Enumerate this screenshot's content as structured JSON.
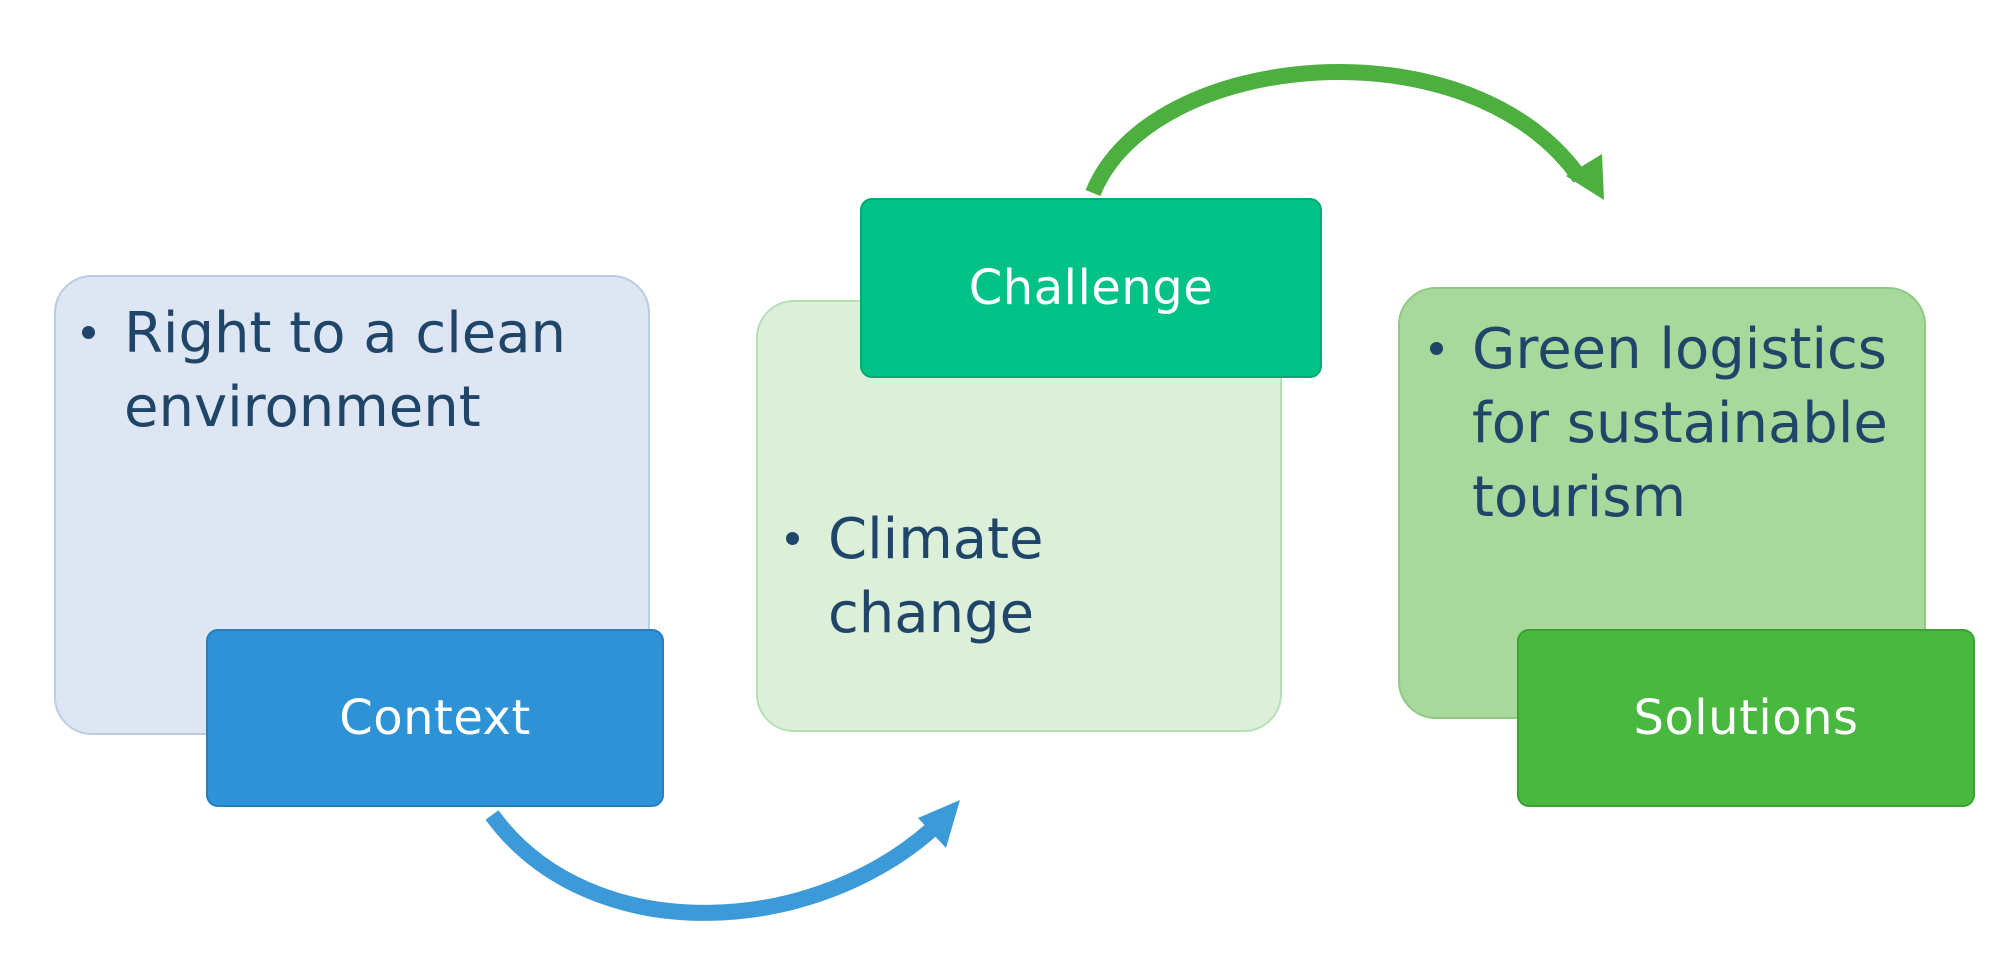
{
  "context": {
    "label": "Context",
    "bullets": [
      "Right to a clean environment"
    ],
    "color": "#2e92d6"
  },
  "challenge": {
    "label": "Challenge",
    "bullets": [
      "Climate change"
    ],
    "color": "#00c287"
  },
  "solutions": {
    "label": "Solutions",
    "bullets": [
      "Green logistics for sustainable tourism"
    ],
    "color": "#48b83f"
  },
  "arrows": [
    {
      "from": "context",
      "to": "challenge",
      "color": "#3d9ad8"
    },
    {
      "from": "challenge",
      "to": "solutions",
      "color": "#4caf3f"
    }
  ]
}
